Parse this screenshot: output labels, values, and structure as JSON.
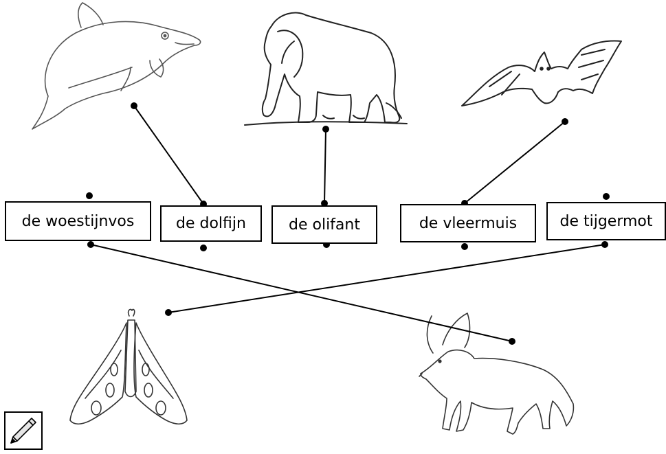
{
  "worksheet": {
    "labels": [
      "de woestijnvos",
      "de dolfijn",
      "de olifant",
      "de vleermuis",
      "de tijgermot"
    ],
    "animal_icons": [
      "dolphin-icon",
      "elephant-icon",
      "bat-icon",
      "moth-icon",
      "fennec-fox-icon",
      "pencil-icon"
    ],
    "connections": [
      {
        "animal": "dolphin",
        "label": "de dolfijn"
      },
      {
        "animal": "elephant",
        "label": "de olifant"
      },
      {
        "animal": "bat",
        "label": "de vleermuis"
      },
      {
        "animal": "fennec-fox",
        "label": "de woestijnvos"
      },
      {
        "animal": "moth",
        "label": "de tijgermot"
      }
    ],
    "colors": {
      "ink": "#000000",
      "background": "#ffffff"
    }
  }
}
